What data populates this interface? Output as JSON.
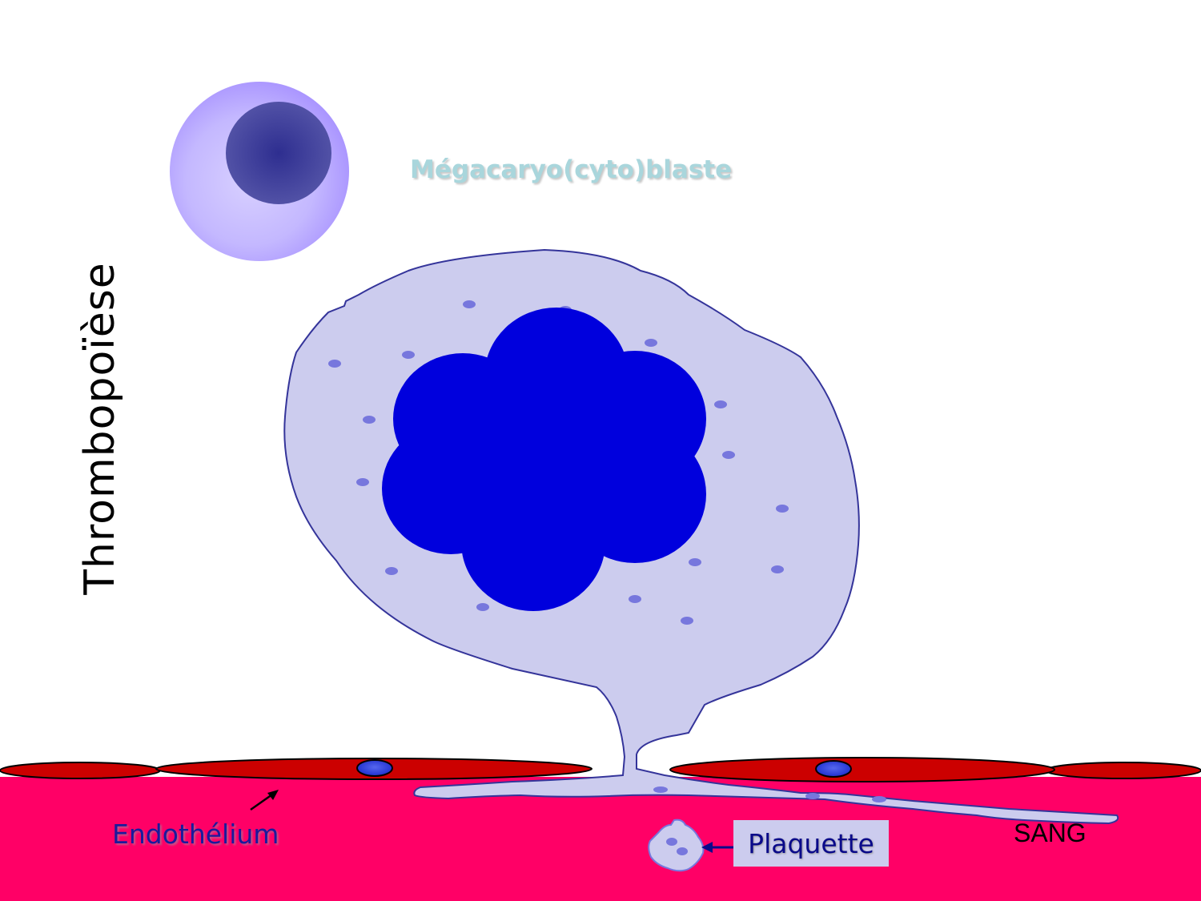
{
  "title": "Thrombopoïèse",
  "labels": {
    "megakaryoblast": "Mégacaryo(cyto)blaste",
    "endothelium": "Endothélium",
    "platelet": "Plaquette",
    "blood": "SANG"
  },
  "colors": {
    "blood": "#ff0066",
    "endothelial_cell": "#cc0000",
    "endothelial_nucleus": "#2233dd",
    "megakaryocyte_cytoplasm": "#ccccee",
    "megakaryocyte_nucleus": "#0000dd",
    "granule": "#7777dd",
    "blast_cytoplasm": "#b0a0ff",
    "blast_nucleus": "#4a4aa0",
    "blast_label": "#a9d6dc",
    "endothelium_label": "#1a1a9c"
  }
}
